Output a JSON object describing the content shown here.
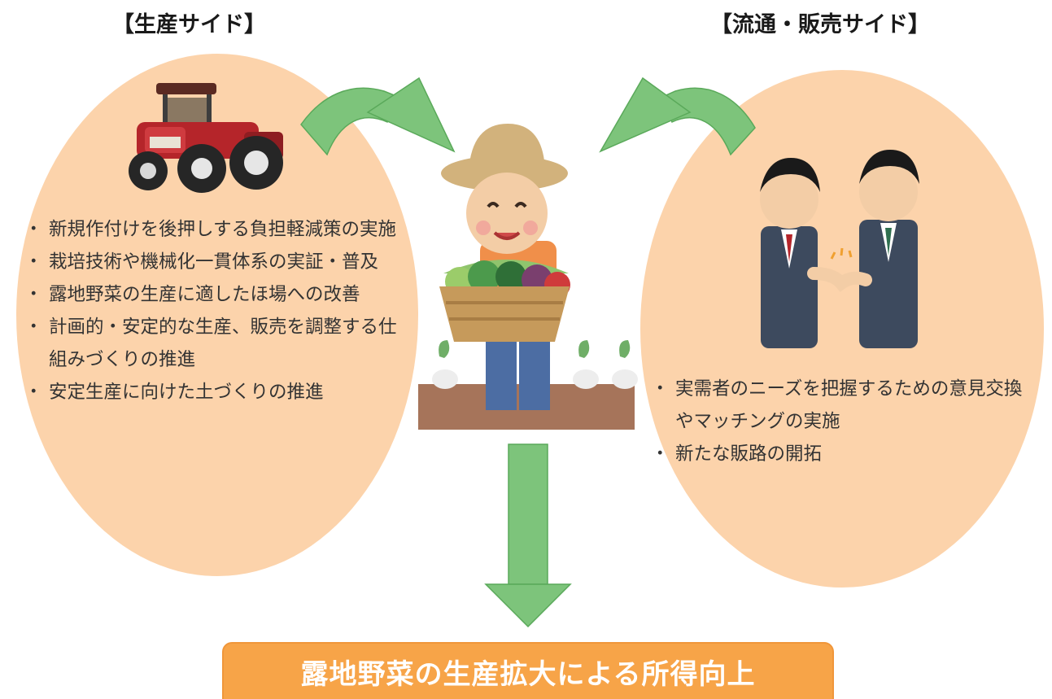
{
  "production": {
    "title": "【生産サイド】",
    "points": [
      "新規作付けを後押しする負担軽減策の実施",
      "栽培技術や機械化一貫体系の実証・普及",
      "露地野菜の生産に適したほ場への改善",
      "計画的・安定的な生産、販売を調整する仕組みづくりの推進",
      "安定生産に向けた土づくりの推進"
    ]
  },
  "distribution": {
    "title": "【流通・販売サイド】",
    "points": [
      "実需者のニーズを把握するための意見交換やマッチングの実施",
      "新たな販路の開拓"
    ]
  },
  "result": {
    "text": "露地野菜の生産拡大による所得向上"
  },
  "colors": {
    "ellipse": "#fcd3ab",
    "arrow": "#7dc47b",
    "result_box": "#f7a448"
  },
  "icons": {
    "production": "tractor-icon",
    "center": "farmer-icon",
    "distribution": "handshake-icon"
  }
}
